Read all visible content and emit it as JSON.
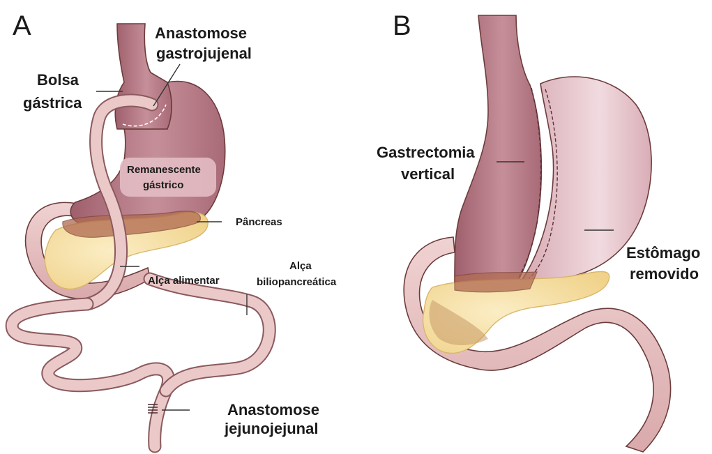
{
  "panels": {
    "a": {
      "letter": "A",
      "labels": {
        "bolsa_line1": "Bolsa",
        "bolsa_line2": "gástrica",
        "anast_gj_line1": "Anastomose",
        "anast_gj_line2": "gastrojujenal",
        "remanescente_line1": "Remanescente",
        "remanescente_line2": "gástrico",
        "pancreas": "Pâncreas",
        "alca_alimentar": "Alça alimentar",
        "alca_bilio_line1": "Alça",
        "alca_bilio_line2": "biliopancreática",
        "anast_jj_line1": "Anastomose",
        "anast_jj_line2": "jejunojejunal"
      }
    },
    "b": {
      "letter": "B",
      "labels": {
        "gastrectomia_line1": "Gastrectomia",
        "gastrectomia_line2": "vertical",
        "estomago_line1": "Estômago",
        "estomago_line2": "removido"
      }
    }
  },
  "colors": {
    "stomach": "#b97a86",
    "stomach_light": "#e3bcc3",
    "intestine": "#e8c4c4",
    "pancreas": "#f6dfa3",
    "pancreas_dark": "#b06a52",
    "remnant_box": "#e3bcc3"
  }
}
